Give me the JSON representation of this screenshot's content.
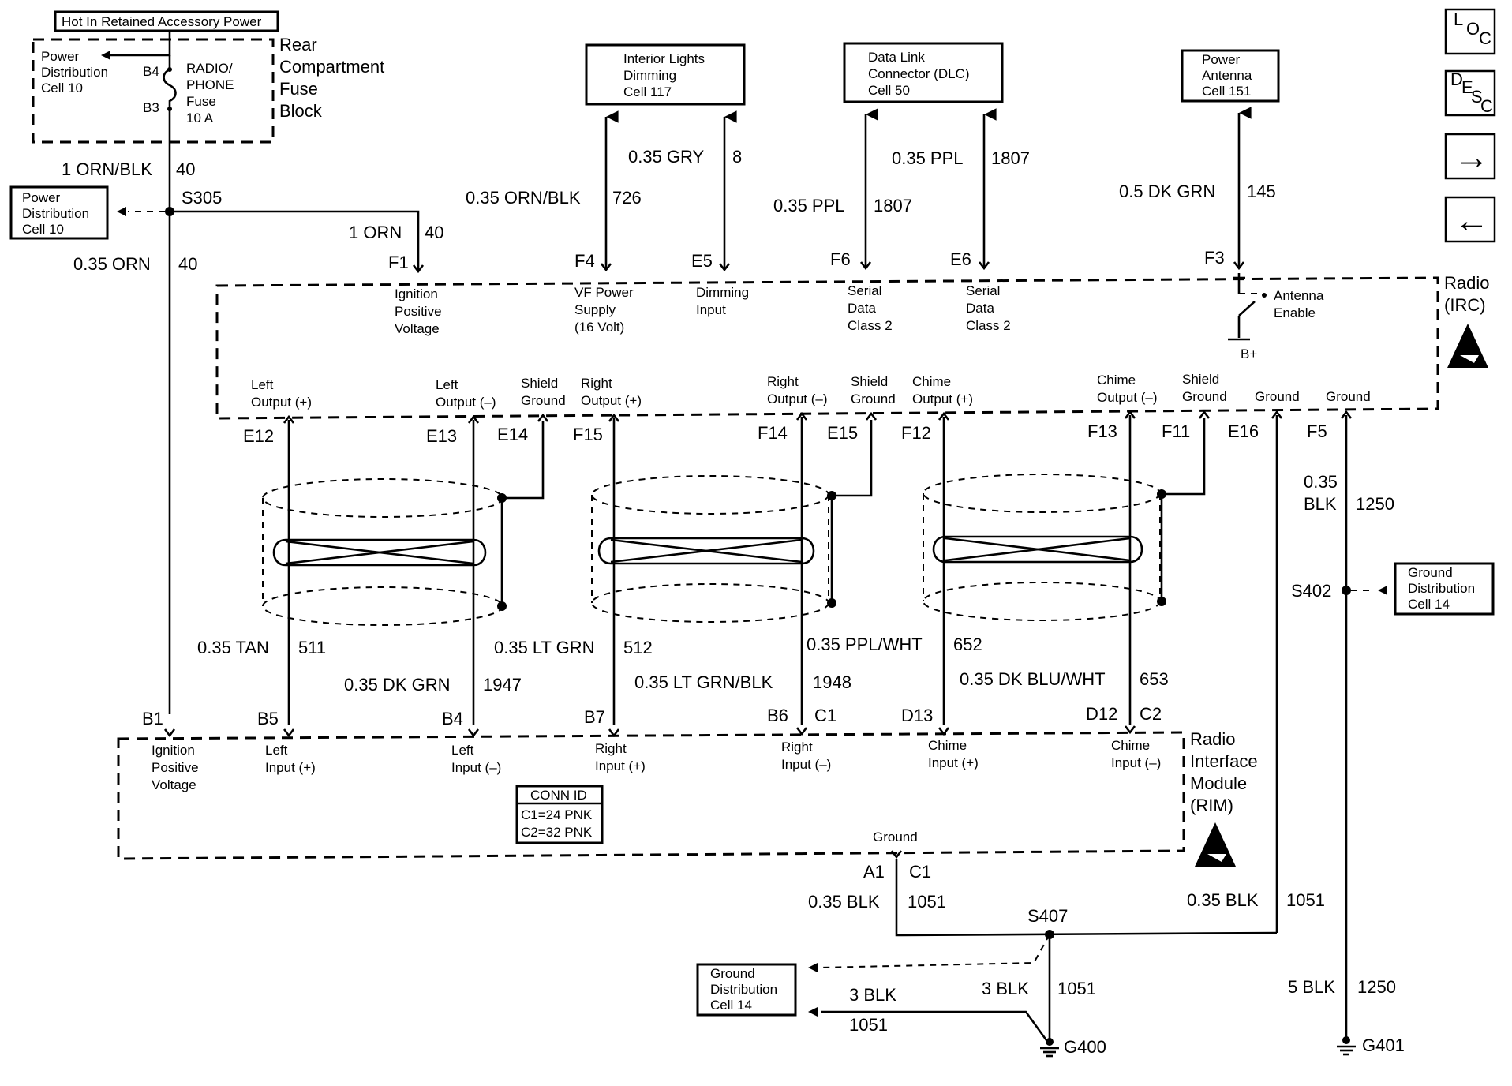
{
  "hot_label": "Hot In Retained Accessory Power",
  "fuse_block": {
    "title_lines": [
      "Rear",
      "Compartment",
      "Fuse",
      "Block"
    ],
    "power_ref": [
      "Power",
      "Distribution",
      "Cell 10"
    ],
    "pin_top": "B4",
    "pin_bottom": "B3",
    "fuse_lines": [
      "RADIO/",
      "PHONE",
      "Fuse",
      "10 A"
    ]
  },
  "power_dist_ref": [
    "Power",
    "Distribution",
    "Cell 10"
  ],
  "splice_s305": "S305",
  "wires": {
    "w_orn_blk_40": [
      "1 ORN/BLK",
      "40"
    ],
    "w_orn_40_top": [
      "1 ORN",
      "40"
    ],
    "w_orn_40_main": [
      "0.35 ORN",
      "40"
    ],
    "w_726": [
      "0.35 ORN/BLK",
      "726"
    ],
    "w_8": [
      "0.35 GRY",
      "8"
    ],
    "w_1807a": [
      "0.35 PPL",
      "1807"
    ],
    "w_1807b": [
      "0.35 PPL",
      "1807"
    ],
    "w_145": [
      "0.5 DK GRN",
      "145"
    ],
    "w_1250_top": [
      "0.35",
      "BLK",
      "1250"
    ],
    "w_511": [
      "0.35 TAN",
      "511"
    ],
    "w_1947": [
      "0.35 DK GRN",
      "1947"
    ],
    "w_512": [
      "0.35 LT GRN",
      "512"
    ],
    "w_1948": [
      "0.35 LT GRN/BLK",
      "1948"
    ],
    "w_652": [
      "0.35 PPL/WHT",
      "652"
    ],
    "w_653": [
      "0.35 DK BLU/WHT",
      "653"
    ],
    "w_1051a": [
      "0.35 BLK",
      "1051"
    ],
    "w_1051b": [
      "0.35 BLK",
      "1051"
    ],
    "w_1051c": [
      "3 BLK",
      "1051"
    ],
    "w_1051d": [
      "3 BLK",
      "1051"
    ],
    "w_1250_bot": [
      "5 BLK",
      "1250"
    ]
  },
  "top_refs": {
    "interior": [
      "Interior Lights",
      "Dimming",
      "Cell 117"
    ],
    "dlc": [
      "Data Link",
      "Connector (DLC)",
      "Cell 50"
    ],
    "antenna": [
      "Power",
      "Antenna",
      "Cell 151"
    ]
  },
  "radio": {
    "title": [
      "Radio",
      "(IRC)"
    ],
    "pins_top": [
      {
        "pin": "F1",
        "label": [
          "Ignition",
          "Positive",
          "Voltage"
        ]
      },
      {
        "pin": "F4",
        "label": [
          "VF Power",
          "Supply",
          "(16 Volt)"
        ]
      },
      {
        "pin": "E5",
        "label": [
          "Dimming",
          "Input"
        ]
      },
      {
        "pin": "F6",
        "label": [
          "Serial",
          "Data",
          "Class 2"
        ]
      },
      {
        "pin": "E6",
        "label": [
          "Serial",
          "Data",
          "Class 2"
        ]
      },
      {
        "pin": "F3",
        "label": [
          "Antenna",
          "Enable"
        ]
      }
    ],
    "bplus": "B+",
    "pins_bottom": [
      {
        "pin": "E12",
        "label": [
          "Left",
          "Output (+)"
        ]
      },
      {
        "pin": "E13",
        "label": [
          "Left",
          "Output (–)"
        ]
      },
      {
        "pin": "E14",
        "label": [
          "Shield",
          "Ground"
        ]
      },
      {
        "pin": "F15",
        "label": [
          "Right",
          "Output (+)"
        ]
      },
      {
        "pin": "F14",
        "label": [
          "Right",
          "Output (–)"
        ]
      },
      {
        "pin": "E15",
        "label": [
          "Shield",
          "Ground"
        ]
      },
      {
        "pin": "F12",
        "label": [
          "Chime",
          "Output (+)"
        ]
      },
      {
        "pin": "F13",
        "label": [
          "Chime",
          "Output (–)"
        ]
      },
      {
        "pin": "F11",
        "label": [
          "Shield",
          "Ground"
        ]
      },
      {
        "pin": "E16",
        "label": [
          "Ground"
        ]
      },
      {
        "pin": "F5",
        "label": [
          "Ground"
        ]
      }
    ]
  },
  "rim": {
    "title": [
      "Radio",
      "Interface",
      "Module",
      "(RIM)"
    ],
    "pins": [
      {
        "pin": "B1",
        "label": [
          "Ignition",
          "Positive",
          "Voltage"
        ]
      },
      {
        "pin": "B5",
        "label": [
          "Left",
          "Input (+)"
        ]
      },
      {
        "pin": "B4",
        "label": [
          "Left",
          "Input (–)"
        ]
      },
      {
        "pin": "B7",
        "label": [
          "Right",
          "Input (+)"
        ]
      },
      {
        "pin": "B6",
        "label": [
          "Right",
          "Input (–)"
        ]
      },
      {
        "pin": "C1",
        "label": []
      },
      {
        "pin": "D13",
        "label": [
          "Chime",
          "Input (+)"
        ]
      },
      {
        "pin": "D12",
        "label": [
          "Chime",
          "Input (–)"
        ]
      },
      {
        "pin": "C2",
        "label": []
      }
    ],
    "conn_id": [
      "CONN ID",
      "C1=24 PNK",
      "C2=32 PNK"
    ],
    "ground_label": "Ground",
    "ground_pins": [
      "A1",
      "C1"
    ]
  },
  "splices": {
    "s402": "S402",
    "s407": "S407"
  },
  "ground_refs": {
    "right": [
      "Ground",
      "Distribution",
      "Cell 14"
    ],
    "left": [
      "Ground",
      "Distribution",
      "Cell 14"
    ]
  },
  "grounds": {
    "g400": "G400",
    "g401": "G401"
  },
  "nav": {
    "loc": [
      "L",
      "O",
      "C"
    ],
    "desc": [
      "D",
      "E",
      "S",
      "C"
    ],
    "next": "→",
    "prev": "←"
  }
}
